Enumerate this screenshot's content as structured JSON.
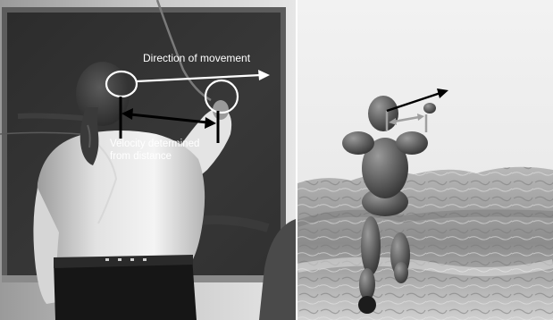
{
  "figure": {
    "left_panel": {
      "direction_label": "Direction of movement",
      "velocity_label_line1": "Velocity determined",
      "velocity_label_line2": "from distance"
    },
    "right_panel": {}
  },
  "colors": {
    "annotation": "#ffffff",
    "render_arrow": "#000000",
    "render_marker": "#a0a0a0"
  }
}
